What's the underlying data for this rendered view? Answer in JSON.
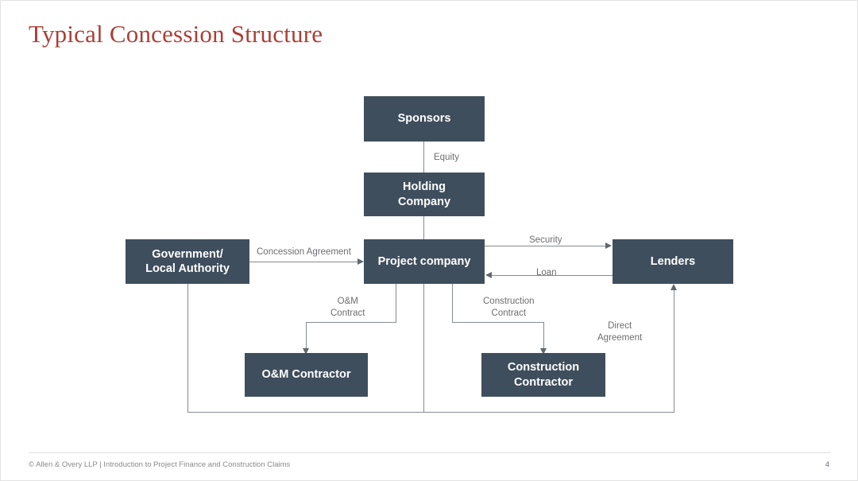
{
  "slide": {
    "title": "Typical Concession Structure",
    "page_number": "4",
    "footer": "© Allen & Overy LLP | Introduction to Project Finance and Construction Claims",
    "title_color": "#ab3f38",
    "node_fill": "#3f4e5d",
    "node_text_color": "#ffffff",
    "connector_color": "#848b90",
    "label_color": "#6d6e71"
  },
  "diagram": {
    "nodes": {
      "sponsors": {
        "label": "Sponsors"
      },
      "holding_company": {
        "line1": "Holding",
        "line2": "Company"
      },
      "government": {
        "line1": "Government/",
        "line2": "Local Authority"
      },
      "project_company": {
        "label": "Project company"
      },
      "lenders": {
        "label": "Lenders"
      },
      "om_contractor": {
        "label": "O&M Contractor"
      },
      "construction_contractor": {
        "line1": "Construction",
        "line2": "Contractor"
      }
    },
    "edges": {
      "equity": {
        "label": "Equity"
      },
      "concession_agreement": {
        "label": "Concession Agreement"
      },
      "security": {
        "label": "Security"
      },
      "loan": {
        "label": "Loan"
      },
      "om_contract": {
        "line1": "O&M",
        "line2": "Contract"
      },
      "construction_contract": {
        "line1": "Construction",
        "line2": "Contract"
      },
      "direct_agreement": {
        "line1": "Direct",
        "line2": "Agreement"
      }
    }
  }
}
